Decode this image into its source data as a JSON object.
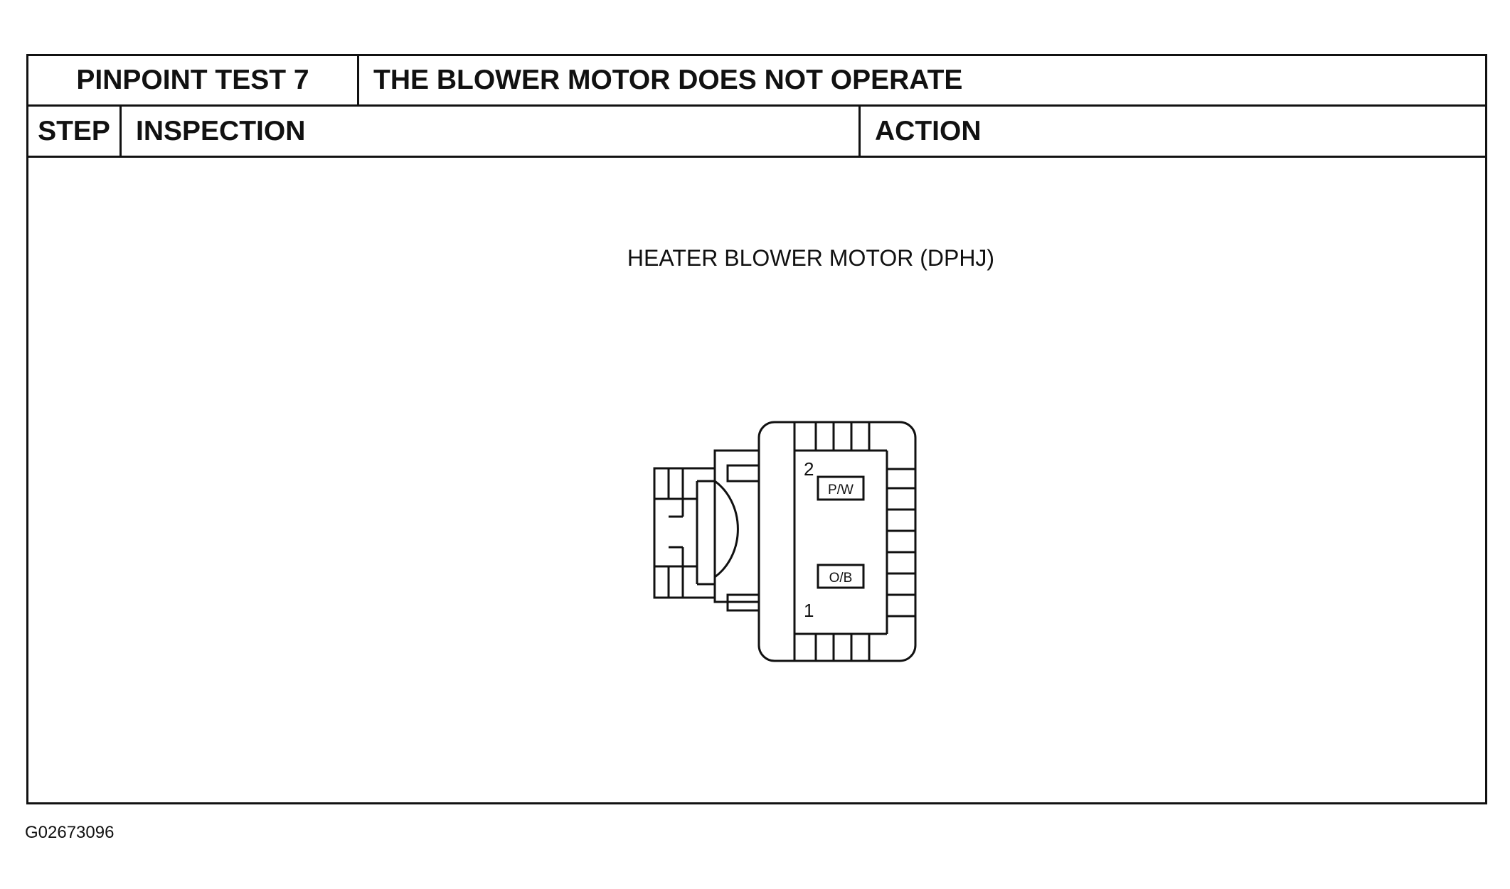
{
  "header": {
    "test_label": "PINPOINT TEST 7",
    "test_title": "THE BLOWER MOTOR DOES NOT OPERATE",
    "col_step": "STEP",
    "col_inspection": "INSPECTION",
    "col_action": "ACTION"
  },
  "diagram": {
    "title": "HEATER BLOWER MOTOR (DPHJ)",
    "pins": [
      {
        "number": "2",
        "wire_color": "P/W"
      },
      {
        "number": "1",
        "wire_color": "O/B"
      }
    ]
  },
  "figure_id": "G02673096"
}
